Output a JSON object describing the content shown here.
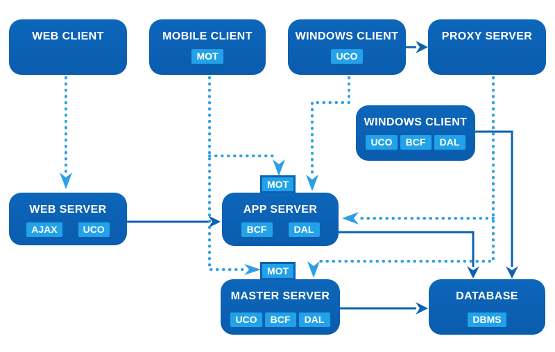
{
  "diagram": {
    "type": "architecture-diagram",
    "colors": {
      "node_fill": "#0b61b4",
      "badge_fill": "#22a2e9",
      "text": "#ffffff",
      "solid_line": "#0b61b4",
      "dotted_line": "#2e9fe4",
      "background": "#ffffff"
    },
    "nodes": {
      "web_client": {
        "title": "WEB CLIENT",
        "badges": []
      },
      "mobile_client": {
        "title": "MOBILE CLIENT",
        "badges": [
          "MOT"
        ]
      },
      "windows_client_top": {
        "title": "WINDOWS CLIENT",
        "badges": [
          "UCO"
        ]
      },
      "proxy_server": {
        "title": "PROXY SERVER",
        "badges": []
      },
      "windows_client_mid": {
        "title": "WINDOWS CLIENT",
        "badges": [
          "UCO",
          "BCF",
          "DAL"
        ]
      },
      "web_server": {
        "title": "WEB SERVER",
        "badges": [
          "AJAX",
          "UCO"
        ]
      },
      "app_server": {
        "title": "APP SERVER",
        "badges": [
          "BCF",
          "DAL"
        ],
        "top_badge": "MOT"
      },
      "master_server": {
        "title": "MASTER SERVER",
        "badges": [
          "UCO",
          "BCF",
          "DAL"
        ],
        "top_badge": "MOT"
      },
      "database": {
        "title": "DATABASE",
        "badges": [
          "DBMS"
        ]
      }
    },
    "edges": [
      {
        "from": "web_client",
        "to": "web_server",
        "style": "dotted"
      },
      {
        "from": "mobile_client",
        "to": "app_server",
        "style": "dotted",
        "enters_at": "MOT badge"
      },
      {
        "from": "mobile_client",
        "to": "master_server",
        "style": "dotted",
        "enters_at": "MOT badge"
      },
      {
        "from": "windows_client_top",
        "to": "proxy_server",
        "style": "solid"
      },
      {
        "from": "windows_client_top",
        "to": "app_server",
        "style": "dotted"
      },
      {
        "from": "proxy_server",
        "to": "app_server",
        "style": "dotted"
      },
      {
        "from": "proxy_server",
        "to": "master_server",
        "style": "dotted"
      },
      {
        "from": "web_server",
        "to": "app_server",
        "style": "solid"
      },
      {
        "from": "app_server",
        "to": "database",
        "style": "solid"
      },
      {
        "from": "windows_client_mid",
        "to": "database",
        "style": "solid"
      },
      {
        "from": "master_server",
        "to": "database",
        "style": "solid"
      }
    ]
  }
}
